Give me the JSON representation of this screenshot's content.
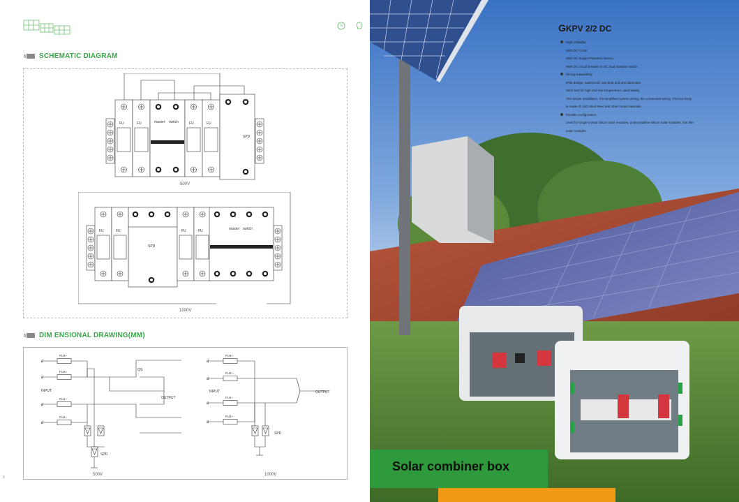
{
  "logo": {
    "icon": "solar-panels-logo-icon"
  },
  "top_icons": [
    {
      "icon": "clock-icon"
    },
    {
      "icon": "lightbulb-icon"
    }
  ],
  "schematic": {
    "title": "SCHEMATIC DIAGRAM",
    "voltage_top": "500V",
    "voltage_bottom": "1000V"
  },
  "schem_labels": {
    "fu": "FU",
    "master": "master",
    "switch": "switch",
    "spd": "SPD"
  },
  "dimensional": {
    "title": "DIM ENSIONAL DRAWING(MM)",
    "voltage_left": "500V",
    "voltage_right": "1000V"
  },
  "dim_labels": {
    "fu1p": "FU1+",
    "fu2p": "FU2+",
    "fu1m": "FU1−",
    "fu2m": "FU2−",
    "input": "INPUT",
    "output": "OUTPUT",
    "qs": "QS",
    "spd": "SPD"
  },
  "product": {
    "title_big": "G",
    "title_rest": "KPV 2/2 DC",
    "features": [
      {
        "heading": "High reliability",
        "lines": [
          "With DC FUSE",
          "With DC Surge Protection Device",
          "With DC circuit breaker or DC load isolation switch"
        ]
      },
      {
        "heading": "Strong adaptability",
        "lines": [
          "IP65 design, waterproof, anti dust and anti ultraviolet.",
          "Strict test for high and low temperature, used widely.",
          "The simple installation, the simplified system wiring, the convenient wiring. The box body",
          "is made of cold rolled steel and other metal materials."
        ]
      },
      {
        "heading": "Flexible configuration",
        "lines": [
          "Used for single crystal silicon solar modules, polycrystalline silicon solar modules, thin film",
          "solar modules."
        ]
      }
    ]
  },
  "banner": {
    "text": "Solar combiner box"
  },
  "page_number": "8"
}
